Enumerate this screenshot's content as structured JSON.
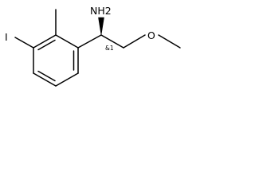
{
  "molecule": {
    "atom_labels": {
      "iodine": "I",
      "amine": "NH2",
      "oxygen": "O"
    },
    "stereo_label": "&1"
  }
}
